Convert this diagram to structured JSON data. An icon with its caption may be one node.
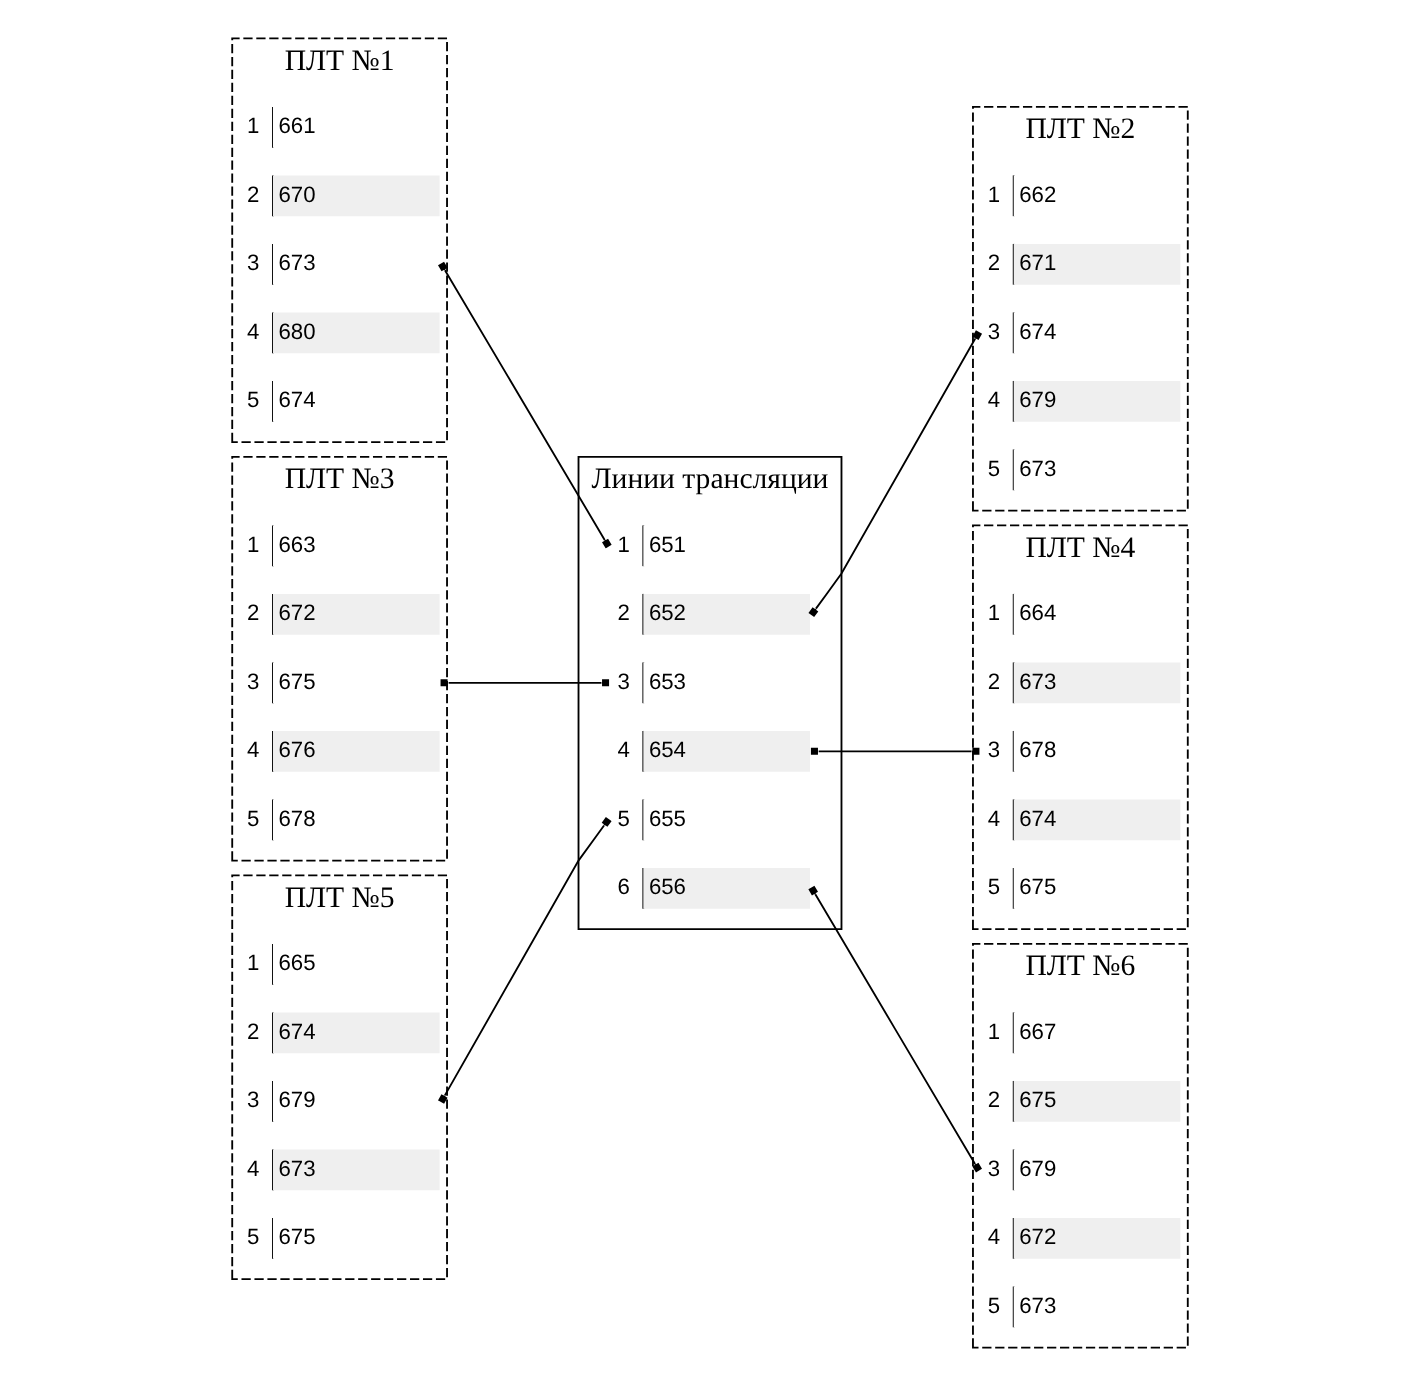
{
  "diagram": {
    "nodes": [
      {
        "text": [
          "ПЛТ №1"
        ]
      },
      {
        "text": [
          "1",
          "661"
        ],
        "in": 0
      },
      {
        "text": [
          "2",
          "670"
        ],
        "in": 0
      },
      {
        "text": [
          "3",
          "673"
        ],
        "in": 0
      },
      {
        "text": [
          "4",
          "680"
        ],
        "in": 0
      },
      {
        "text": [
          "5",
          "674"
        ],
        "in": 0
      },
      {
        "text": [
          "ПЛТ №2"
        ]
      },
      {
        "text": [
          "1",
          "662"
        ],
        "in": 6
      },
      {
        "text": [
          "2",
          "671"
        ],
        "in": 6
      },
      {
        "text": [
          "3",
          "674"
        ],
        "in": 6
      },
      {
        "text": [
          "4",
          "679"
        ],
        "in": 6
      },
      {
        "text": [
          "5",
          "673"
        ],
        "in": 6
      },
      {
        "text": [
          "Линии трансляции"
        ]
      },
      {
        "text": [
          "1",
          "651"
        ],
        "in": 12
      },
      {
        "text": [
          "2",
          "652"
        ],
        "in": 12
      },
      {
        "text": [
          "3",
          "653"
        ],
        "in": 12
      },
      {
        "text": [
          "4",
          "654"
        ],
        "in": 12
      },
      {
        "text": [
          "5",
          "655"
        ],
        "in": 12
      },
      {
        "text": [
          "6",
          "656"
        ],
        "in": 12
      },
      {
        "text": [
          "ПЛТ №3"
        ]
      },
      {
        "text": [
          "1",
          "663"
        ],
        "in": 19
      },
      {
        "text": [
          "2",
          "672"
        ],
        "in": 19
      },
      {
        "text": [
          "3",
          "675"
        ],
        "in": 19
      },
      {
        "text": [
          "4",
          "676"
        ],
        "in": 19
      },
      {
        "text": [
          "5",
          "678"
        ],
        "in": 19
      },
      {
        "text": [
          "ПЛТ №4"
        ]
      },
      {
        "text": [
          "1",
          "664"
        ],
        "in": 25
      },
      {
        "text": [
          "2",
          "673"
        ],
        "in": 25
      },
      {
        "text": [
          "3",
          "678"
        ],
        "in": 25
      },
      {
        "text": [
          "4",
          "674"
        ],
        "in": 25
      },
      {
        "text": [
          "5",
          "675"
        ],
        "in": 25
      },
      {
        "text": [
          "ПЛТ №5"
        ]
      },
      {
        "text": [
          "1",
          "665"
        ],
        "in": 31
      },
      {
        "text": [
          "2",
          "674"
        ],
        "in": 31
      },
      {
        "text": [
          "3",
          "679"
        ],
        "in": 31
      },
      {
        "text": [
          "4",
          "673"
        ],
        "in": 31
      },
      {
        "text": [
          "5",
          "675"
        ],
        "in": 31
      },
      {
        "text": [
          "ПЛТ №6"
        ]
      },
      {
        "text": [
          "1",
          "667"
        ],
        "in": 37
      },
      {
        "text": [
          "2",
          "675"
        ],
        "in": 37
      },
      {
        "text": [
          "3",
          "679"
        ],
        "in": 37
      },
      {
        "text": [
          "4",
          "672"
        ],
        "in": 37
      },
      {
        "text": [
          "5",
          "673"
        ],
        "in": 37
      }
    ],
    "edges": [
      {
        "from": 3,
        "to": 13,
        "arrow": "other"
      },
      {
        "from": 14,
        "to": 9,
        "arrow": "other"
      },
      {
        "from": 22,
        "to": 15,
        "arrow": "other"
      },
      {
        "from": 16,
        "to": 28,
        "arrow": "other"
      },
      {
        "from": 34,
        "to": 17,
        "arrow": "other"
      },
      {
        "from": 18,
        "to": 40,
        "arrow": "other"
      }
    ]
  }
}
